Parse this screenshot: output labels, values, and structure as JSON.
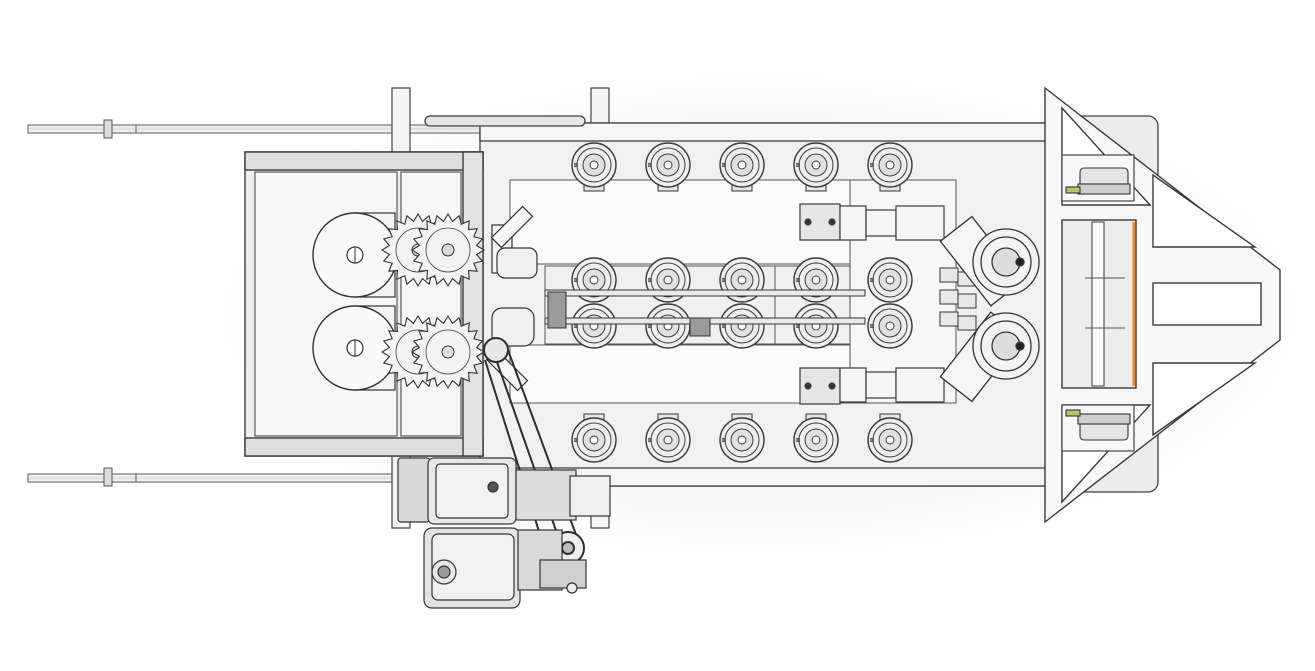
{
  "scene": {
    "kind": "cad-top-view",
    "render_style": "shaded-with-edges",
    "colors": {
      "background": "#ffffff",
      "frame_fill": "#f2f2f2",
      "frame_stroke": "#4a4a4a",
      "panel_fill": "#e9e9e9",
      "wheel_fill": "#efefef",
      "wheel_stroke": "#3c3c3c",
      "motor_fill": "#e2e2e2",
      "accent": "#f08a24"
    }
  },
  "assembly": {
    "feed_rollers": 2,
    "drive_gears": 4,
    "fan_blades": 2,
    "guide_wheel_rows": [
      {
        "row": "top",
        "count": 5
      },
      {
        "row": "middle-upper",
        "count": 5
      },
      {
        "row": "middle-lower",
        "count": 5
      },
      {
        "row": "bottom",
        "count": 5
      }
    ],
    "clamp_cylinders": 2,
    "cutter_discs": 2,
    "hitch_bearings": 2,
    "engines": 2,
    "tow_bars": 2
  }
}
